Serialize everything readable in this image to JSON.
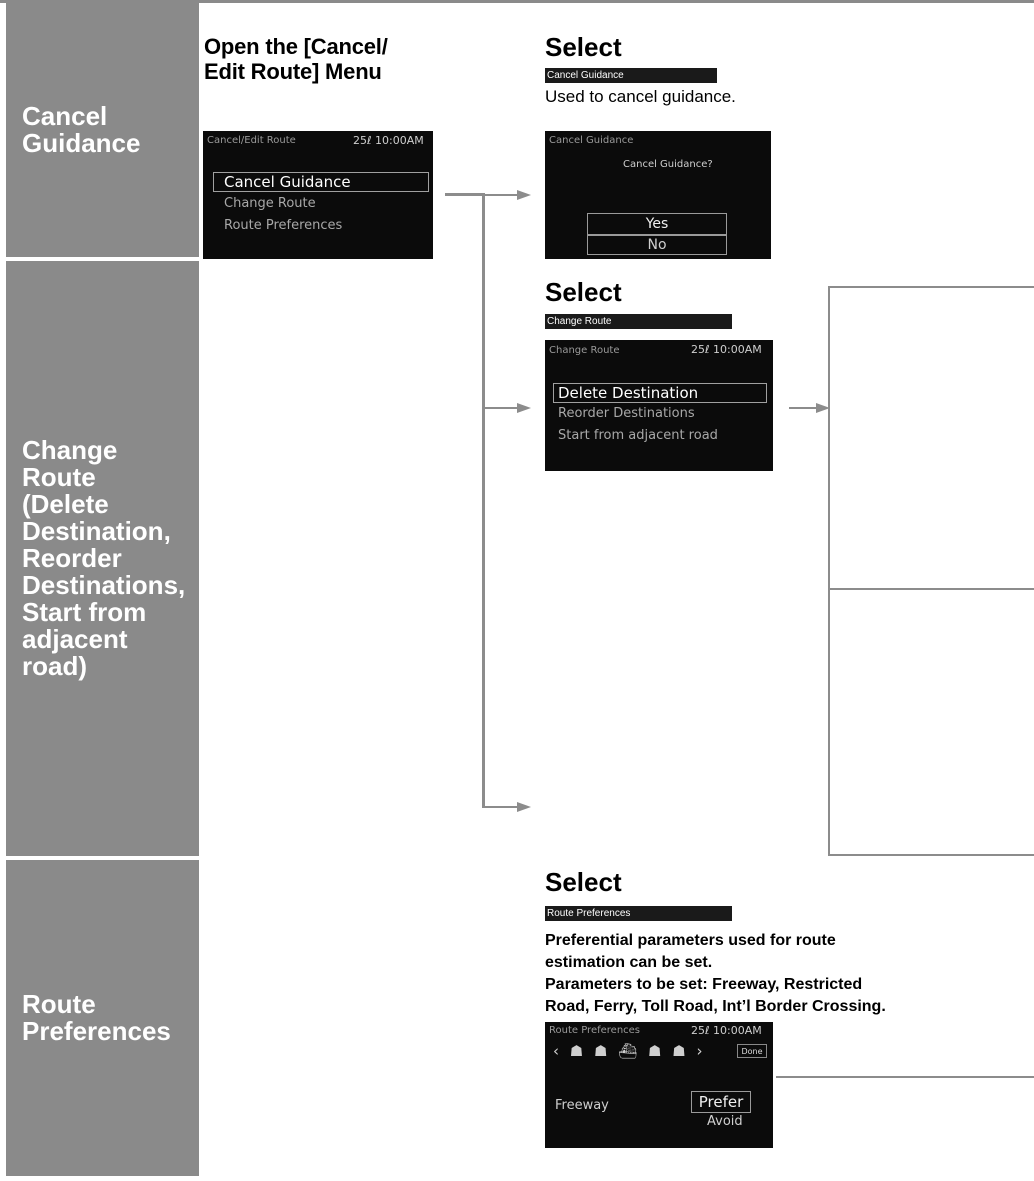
{
  "sections": {
    "cancel": {
      "title_lines": [
        "Cancel",
        "Guidance"
      ]
    },
    "change": {
      "title_lines": [
        "Change",
        "Route",
        "(Delete",
        "Destination,",
        "Reorder",
        "Destinations,",
        "Start from",
        "adjacent",
        "road)"
      ]
    },
    "prefs": {
      "title_lines": [
        "Route",
        "Preferences"
      ]
    }
  },
  "open_menu": {
    "heading_lines": [
      "Open the [Cancel/",
      "Edit Route] Menu"
    ],
    "screen": {
      "title": "Cancel/Edit Route",
      "clock": "25ℓ 10:00AM",
      "items": [
        "Cancel Guidance",
        "Change Route",
        "Route Preferences"
      ]
    }
  },
  "cancel_step": {
    "heading": "Select",
    "chip": "Cancel Guidance",
    "description": "Used to cancel guidance.",
    "screen": {
      "title": "Cancel Guidance",
      "prompt": "Cancel Guidance?",
      "yes": "Yes",
      "no": "No"
    }
  },
  "change_step": {
    "heading": "Select",
    "chip": "Change Route",
    "screen": {
      "title": "Change Route",
      "clock": "25ℓ 10:00AM",
      "items": [
        "Delete Destination",
        "Reorder Destinations",
        "Start from adjacent road"
      ]
    }
  },
  "prefs_step": {
    "heading": "Select",
    "chip": "Route Preferences",
    "description_lines": [
      "Preferential parameters used for route",
      "estimation can be set.",
      "Parameters to be set: Freeway, Restricted",
      "Road, Ferry, Toll Road, Int’l Border Crossing."
    ],
    "screen": {
      "title": "Route Preferences",
      "clock": "25ℓ 10:00AM",
      "icons": "‹ ☗ ☗ ⛴ ☗ ☗ ›",
      "done": "Done",
      "row_label": "Freeway",
      "option_selected": "Prefer",
      "option_other": "Avoid"
    }
  },
  "colors": {
    "tab": "#8a8a8a",
    "screen_bg": "#0b0b0b",
    "line": "#8c8c8c"
  }
}
